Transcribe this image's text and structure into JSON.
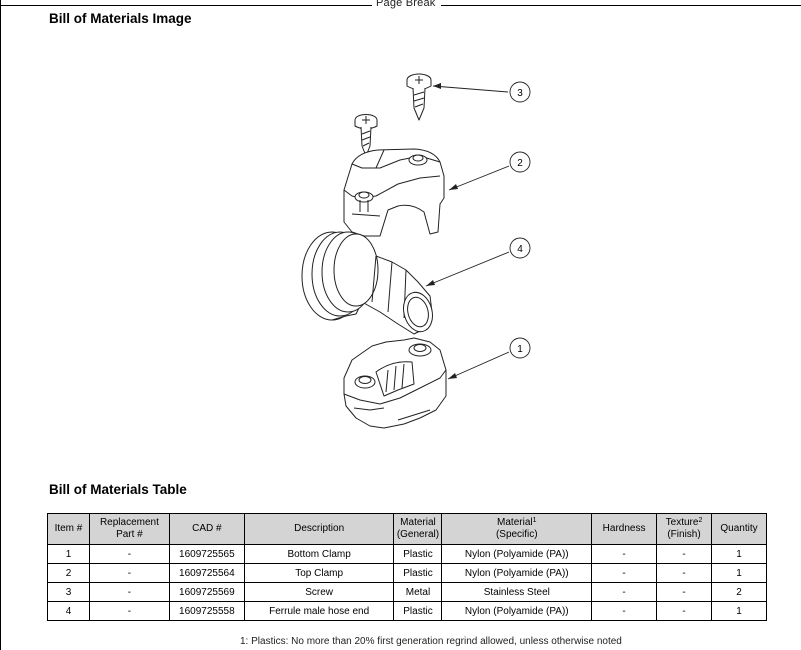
{
  "page_break": "Page Break",
  "image_heading": "Bill of Materials Image",
  "table_heading": "Bill of Materials Table",
  "callouts": [
    "3",
    "2",
    "4",
    "1"
  ],
  "table": {
    "headers": {
      "item": "Item #",
      "replacement_line1": "Replacement",
      "replacement_line2": "Part #",
      "cad": "CAD #",
      "description": "Description",
      "material_general_line1": "Material",
      "material_general_line2": "(General)",
      "material_specific_line1": "Material",
      "material_specific_sup": "1",
      "material_specific_line2": "(Specific)",
      "hardness": "Hardness",
      "texture_line1": "Texture",
      "texture_sup": "2",
      "texture_line2": "(Finish)",
      "quantity": "Quantity"
    },
    "rows": [
      {
        "item": "1",
        "replacement": "-",
        "cad": "1609725565",
        "description": "Bottom Clamp",
        "material_general": "Plastic",
        "material_specific": "Nylon (Polyamide (PA))",
        "hardness": "-",
        "texture": "-",
        "quantity": "1"
      },
      {
        "item": "2",
        "replacement": "-",
        "cad": "1609725564",
        "description": "Top Clamp",
        "material_general": "Plastic",
        "material_specific": "Nylon (Polyamide (PA))",
        "hardness": "-",
        "texture": "-",
        "quantity": "1"
      },
      {
        "item": "3",
        "replacement": "-",
        "cad": "1609725569",
        "description": "Screw",
        "material_general": "Metal",
        "material_specific": "Stainless Steel",
        "hardness": "-",
        "texture": "-",
        "quantity": "2"
      },
      {
        "item": "4",
        "replacement": "-",
        "cad": "1609725558",
        "description": "Ferrule male hose end",
        "material_general": "Plastic",
        "material_specific": "Nylon (Polyamide (PA))",
        "hardness": "-",
        "texture": "-",
        "quantity": "1"
      }
    ]
  },
  "footnote": "1: Plastics: No more than 20% first generation regrind allowed, unless otherwise noted"
}
